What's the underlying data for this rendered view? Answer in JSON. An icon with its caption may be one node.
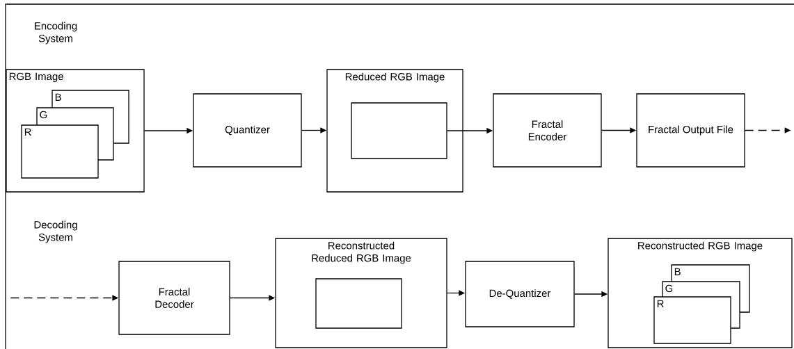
{
  "diagram": {
    "nodes": [
      {
        "text": [
          "RGB Image"
        ]
      },
      {
        "text": [
          "B"
        ],
        "in": 0
      },
      {
        "text": [
          "G"
        ],
        "in": 0
      },
      {
        "text": [
          "R"
        ],
        "in": 0
      },
      {
        "text": [
          "Quantizer"
        ]
      },
      {
        "text": [
          "Reduced RGB Image"
        ]
      },
      {
        "text": [],
        "shape": "box",
        "in": 5
      },
      {
        "text": [
          "Fractal Encoder"
        ]
      },
      {
        "text": [
          "Fractal Output File"
        ]
      },
      {
        "text": [
          "Fractal Decoder"
        ]
      },
      {
        "text": [
          "Reconstructed Reduced RGB Image"
        ]
      },
      {
        "text": [],
        "shape": "box",
        "in": 10
      },
      {
        "text": [
          "De-Quantizer"
        ]
      },
      {
        "text": [
          "Reconstructed RGB Image"
        ]
      },
      {
        "text": [
          "B"
        ],
        "in": 13
      },
      {
        "text": [
          "G"
        ],
        "in": 13
      },
      {
        "text": [
          "R"
        ],
        "in": 13
      }
    ],
    "edges": [
      {
        "from": 0,
        "to": 4,
        "arrow": "to"
      },
      {
        "from": 4,
        "to": 5,
        "arrow": "to"
      },
      {
        "from": 6,
        "to": 7,
        "arrow": "to"
      },
      {
        "from": 7,
        "to": 8,
        "arrow": "to"
      },
      {
        "from": 8,
        "to": null,
        "arrow": "to",
        "style": "dashed"
      },
      {
        "from": null,
        "to": 9,
        "arrow": "to",
        "style": "dashed"
      },
      {
        "from": 9,
        "to": 10,
        "arrow": "to"
      },
      {
        "from": 10,
        "to": 12,
        "arrow": "to"
      },
      {
        "from": 12,
        "to": 13,
        "arrow": "to"
      }
    ],
    "labels": [
      "Encoding System",
      "Decoding System"
    ]
  }
}
